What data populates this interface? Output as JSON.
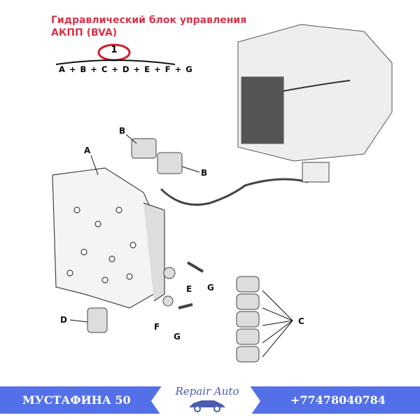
{
  "header": {
    "title_line1": "Гидравлический блок управления",
    "title_line2": "АКПП (BVA)",
    "item_number": "1",
    "formula": "A + B + C + D + E + F + G"
  },
  "labels": {
    "A": "A",
    "B1": "B",
    "B2": "B",
    "C": "C",
    "D": "D",
    "E": "E",
    "F": "F",
    "G1": "G",
    "G2": "G"
  },
  "footer": {
    "address": "МУСТАФИНА 50",
    "logo_text": "Repair Auto",
    "phone": "+77478040784",
    "color": "#5470e8"
  }
}
